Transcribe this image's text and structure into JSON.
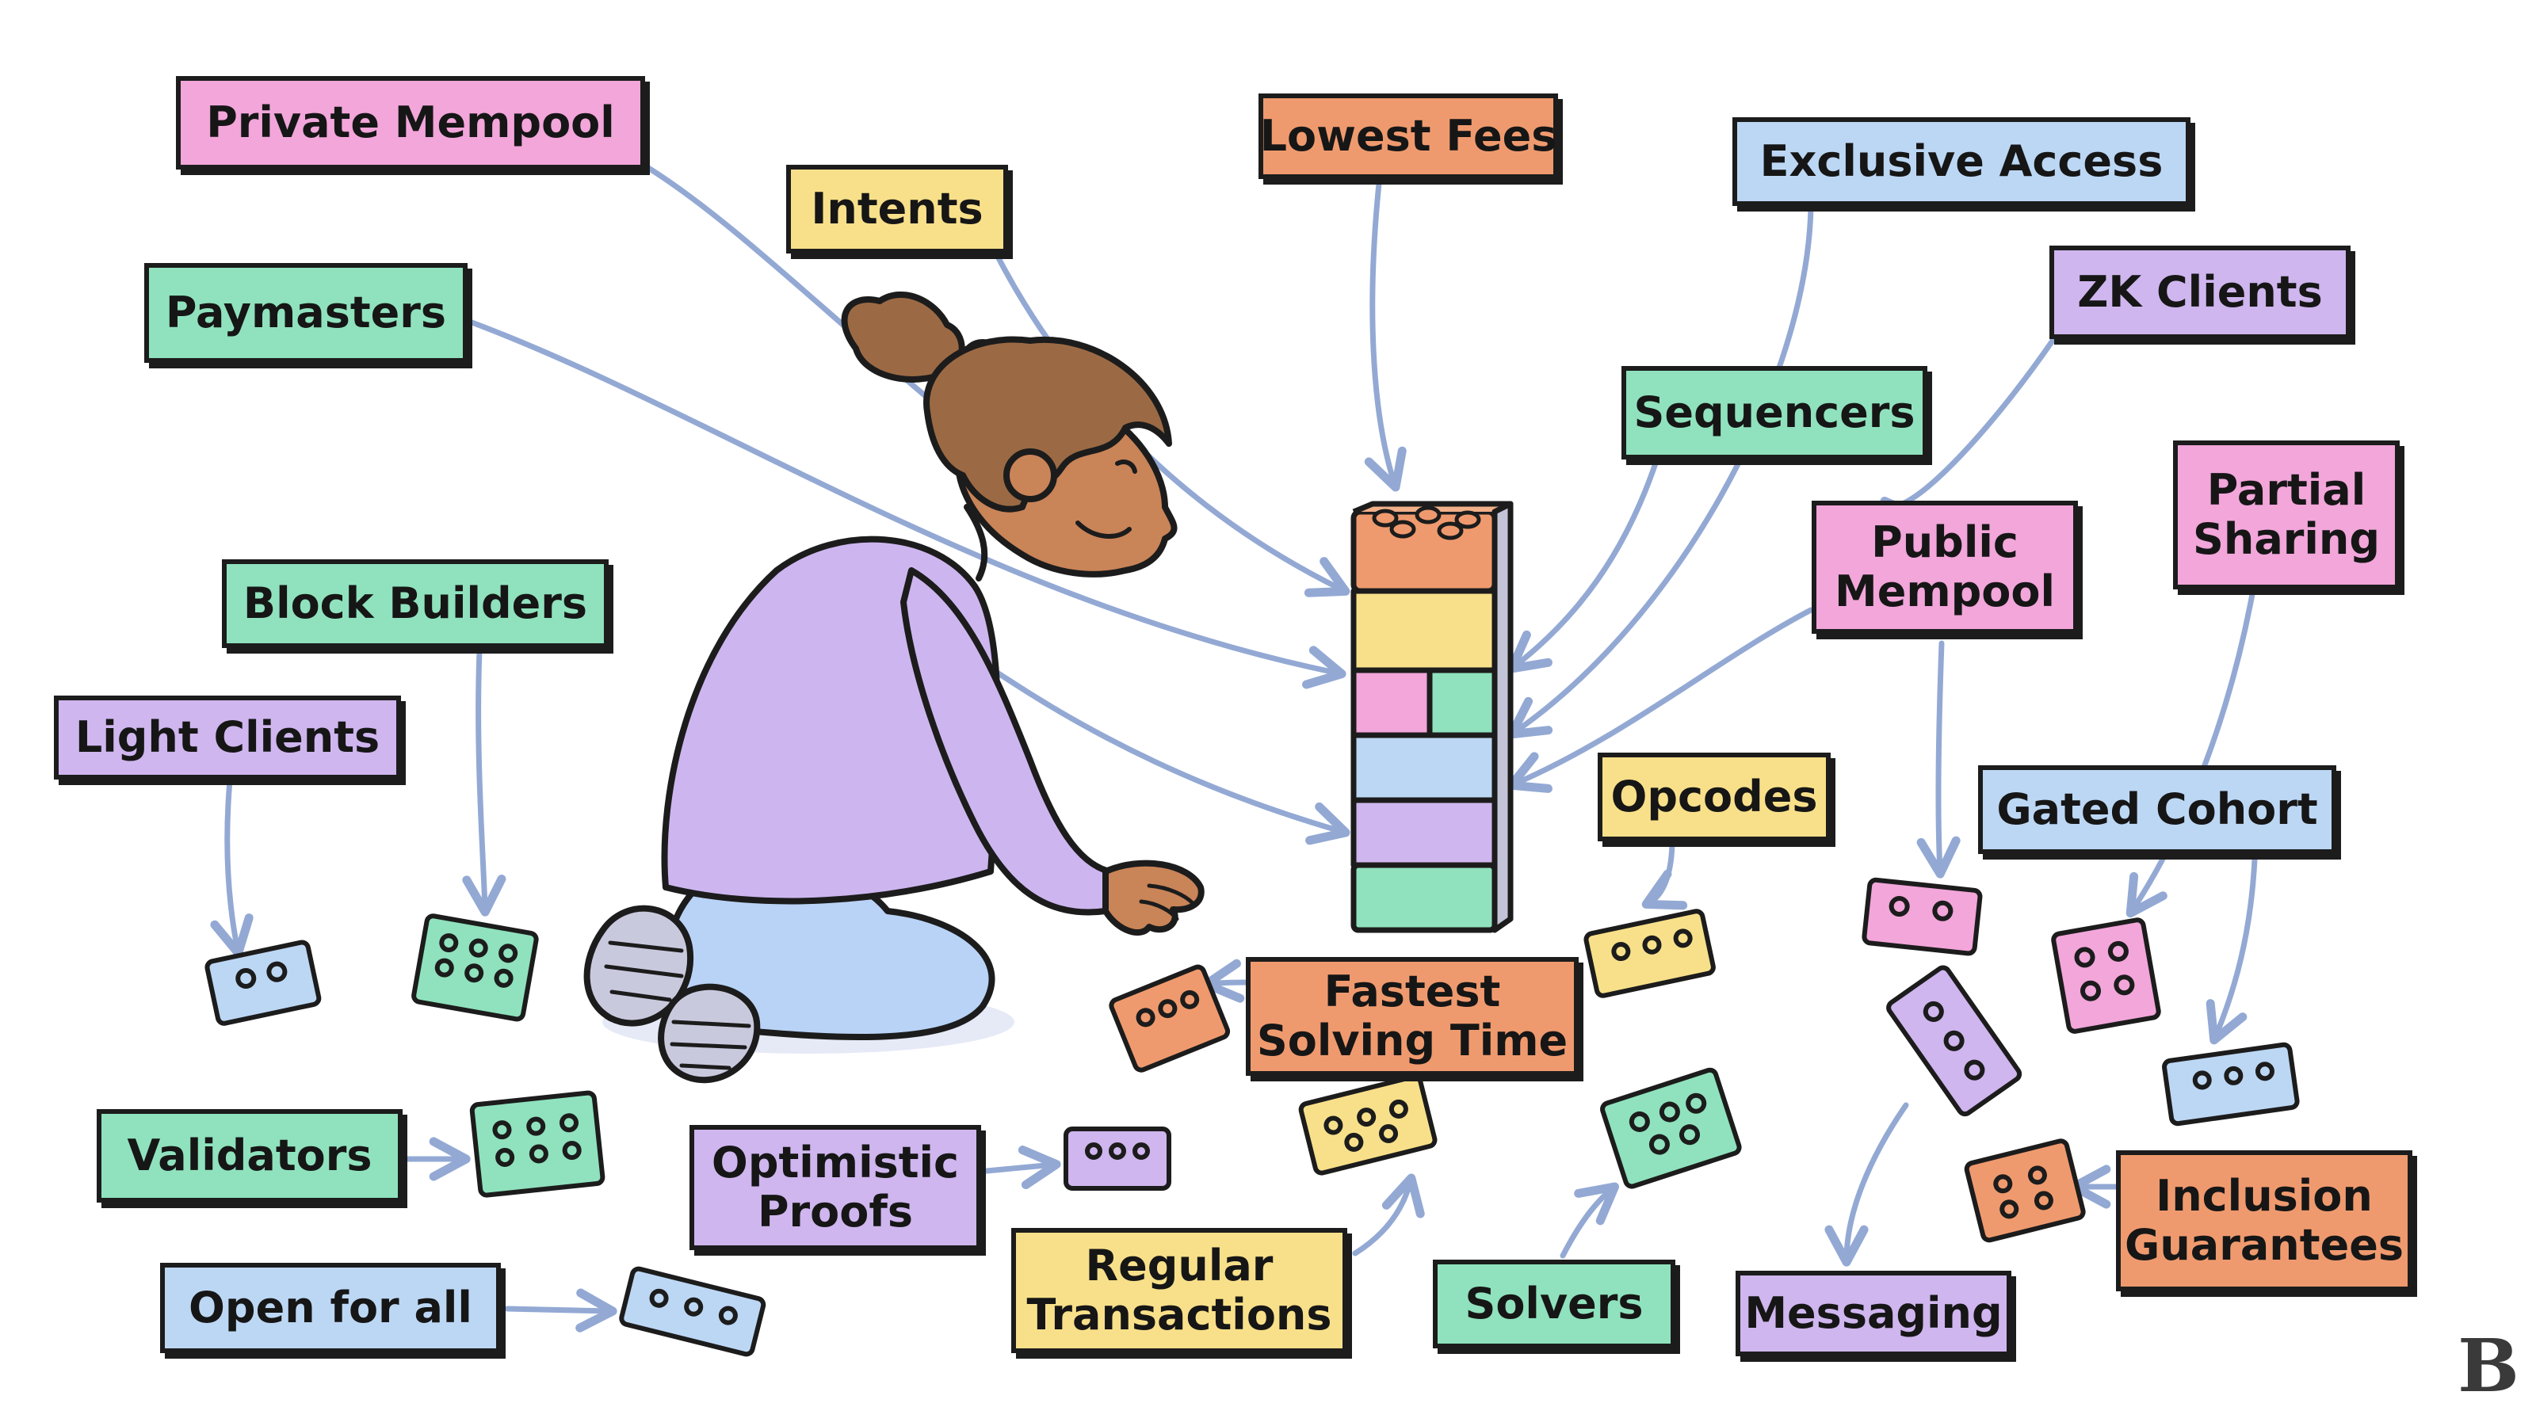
{
  "labels": {
    "private_mempool": "Private Mempool",
    "intents": "Intents",
    "lowest_fees": "Lowest Fees",
    "exclusive_access": "Exclusive Access",
    "zk_clients": "ZK Clients",
    "paymasters": "Paymasters",
    "sequencers": "Sequencers",
    "partial_sharing": [
      "Partial",
      "Sharing"
    ],
    "public_mempool": [
      "Public",
      "Mempool"
    ],
    "block_builders": "Block Builders",
    "light_clients": "Light Clients",
    "opcodes": "Opcodes",
    "gated_cohort": "Gated Cohort",
    "fastest_solving_time": [
      "Fastest",
      "Solving Time"
    ],
    "validators": "Validators",
    "optimistic_proofs": [
      "Optimistic",
      "Proofs"
    ],
    "inclusion_guarantees": [
      "Inclusion",
      "Guarantees"
    ],
    "regular_transactions": [
      "Regular",
      "Transactions"
    ],
    "solvers": "Solvers",
    "messaging": "Messaging",
    "open_for_all": "Open for all"
  },
  "logo_glyph": "B",
  "colors": {
    "pink": "#f2a6da",
    "yellow": "#f8e08a",
    "orange": "#ef9a6e",
    "blue": "#bcd7f4",
    "purple": "#cfb6ee",
    "green": "#8fe2bd",
    "arrow": "#93a9d4",
    "outline": "#1c1c1c",
    "skin": "#c98458",
    "hair": "#9b6a44",
    "sweater": "#cdb6ef",
    "jeans": "#b9d3f6"
  }
}
